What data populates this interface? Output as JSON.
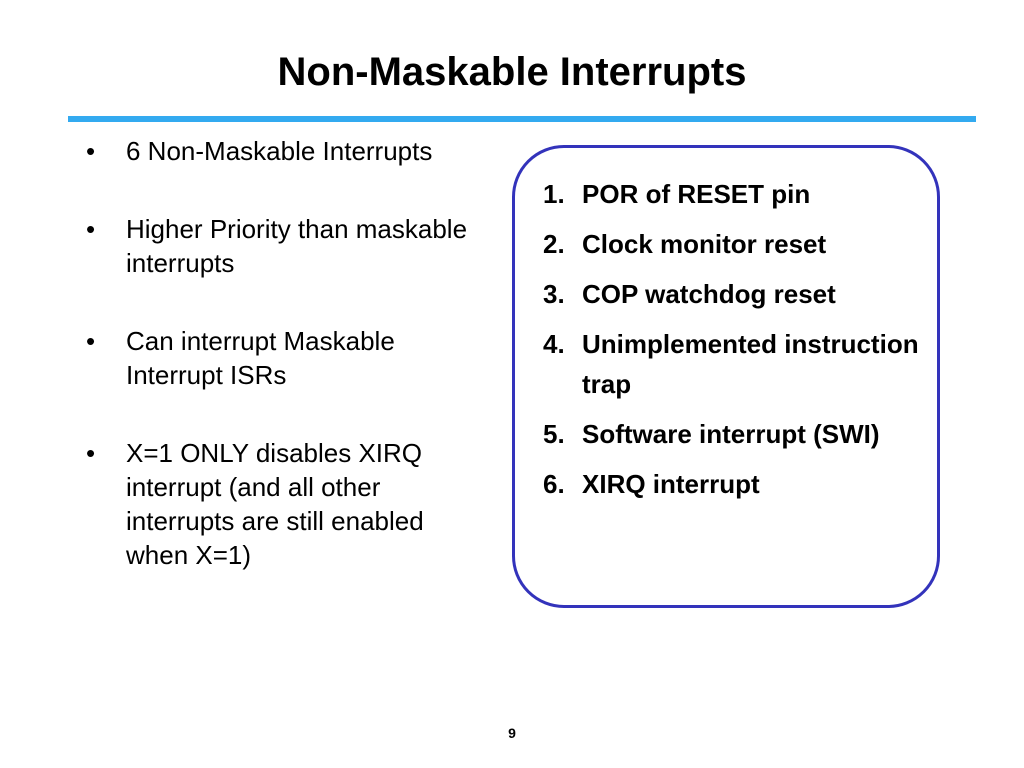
{
  "slide": {
    "title": "Non-Maskable Interrupts",
    "left_bullets": [
      {
        "text": "6 Non-Maskable Interrupts"
      },
      {
        "text": "Higher Priority than maskable interrupts"
      },
      {
        "text": "Can interrupt Maskable Interrupt ISRs"
      },
      {
        "text": "X=1 ONLY disables XIRQ interrupt (and all other interrupts are still enabled when X=1)"
      }
    ],
    "numbered_items": [
      {
        "number": "1.",
        "text": "POR of RESET pin"
      },
      {
        "number": "2.",
        "text": "Clock monitor reset"
      },
      {
        "number": "3.",
        "text": "COP watchdog reset"
      },
      {
        "number": "4.",
        "text": "Unimplemented instruction trap"
      },
      {
        "number": "5.",
        "text": "Software interrupt (SWI)"
      },
      {
        "number": "6.",
        "text": "XIRQ interrupt"
      }
    ],
    "page_number": "9",
    "colors": {
      "title_rule": "#33aaf0",
      "box_border": "#3333bb",
      "text": "#000000",
      "background": "#ffffff"
    }
  }
}
